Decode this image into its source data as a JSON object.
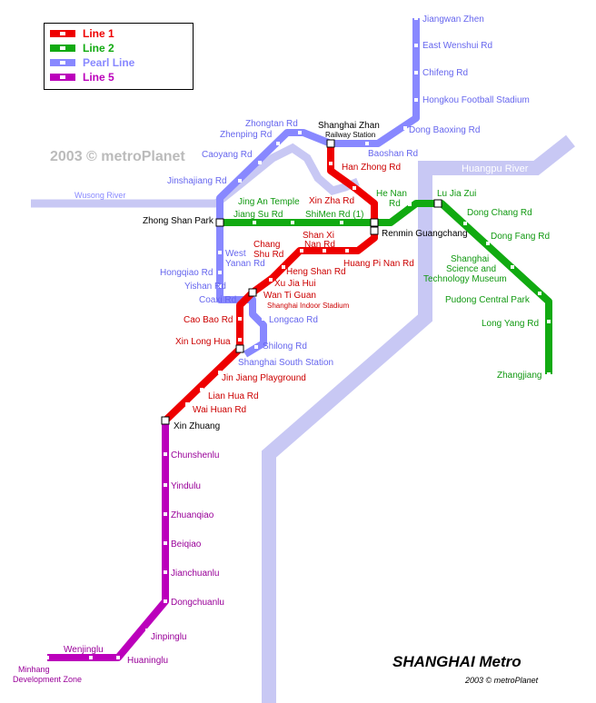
{
  "legend": {
    "items": [
      {
        "label": "Line 1",
        "color": "#ee0000"
      },
      {
        "label": "Line 2",
        "color": "#11aa11"
      },
      {
        "label": "Pearl Line",
        "color": "#8888ff"
      },
      {
        "label": "Line 5",
        "color": "#bb00bb"
      }
    ]
  },
  "watermark": "2003 © metroPlanet",
  "rivers": {
    "huangpu": "Huangpu River",
    "wusong": "Wusong River"
  },
  "title": "SHANGHAI Metro",
  "credit": "2003 © metroPlanet",
  "colors": {
    "line1": "#ee0000",
    "line2": "#11aa11",
    "pearl": "#8888ff",
    "line5": "#bb00bb",
    "river": "#c8c8f4",
    "watermark": "#bbbbbb"
  },
  "stations": {
    "pearl": [
      "Jiangwan Zhen",
      "East Wenshui Rd",
      "Chifeng Rd",
      "Hongkou Football Stadium",
      "Dong Baoxing Rd",
      "Baoshan Rd",
      "Zhongtan Rd",
      "Zhenping Rd",
      "Caoyang Rd",
      "Jinshajiang Rd",
      "West Yanan Rd",
      "Hongqiao Rd",
      "Yishan Rd",
      "Coaxi Rd",
      "Longcao Rd",
      "Shilong Rd",
      "Shanghai South Station"
    ],
    "line1": [
      "Han Zhong Rd",
      "Xin Zha Rd",
      "Shan Xi Nan Rd",
      "Chang Shu Rd",
      "Heng Shan Rd",
      "Huang Pi Nan Rd",
      "Xu Jia Hui",
      "Wan Ti Guan",
      "Shanghai Indoor Stadium",
      "Cao Bao Rd",
      "Xin Long Hua",
      "Jin Jiang Playground",
      "Lian Hua Rd",
      "Wai Huan Rd"
    ],
    "line2": [
      "Jing An Temple",
      "Jiang Su Rd",
      "ShiMen Rd (1)",
      "He Nan Rd",
      "Lu Jia Zui",
      "Dong Chang Rd",
      "Dong Fang Rd",
      "Shanghai Science and Technology Museum",
      "Pudong Central Park",
      "Long Yang Rd",
      "Zhangjiang"
    ],
    "line5": [
      "Chunshenlu",
      "Yindulu",
      "Zhuanqiao",
      "Beiqiao",
      "Jianchuanlu",
      "Dongchuanlu",
      "Jinpinglu",
      "Huaninglu",
      "Wenjinglu",
      "Minhang Development Zone"
    ],
    "interchange": [
      "Shanghai Zhan",
      "Railway Station",
      "Zhong Shan Park",
      "Renmin Guangchang",
      "Xin Zhuang"
    ]
  }
}
